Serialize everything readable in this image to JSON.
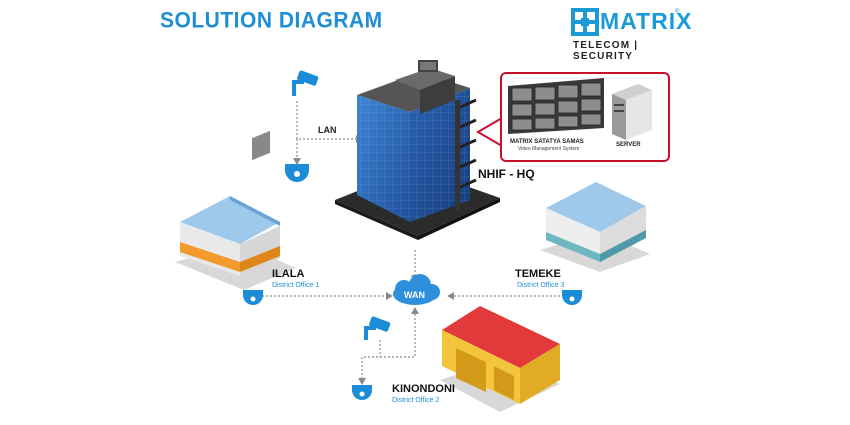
{
  "title": "SOLUTION DIAGRAM",
  "brand": {
    "name": "MATRIX",
    "registered": "®",
    "tagline": "TELECOM | SECURITY",
    "accent": "#1a9bd7"
  },
  "hq": {
    "label": "NHIF - HQ",
    "network": "LAN"
  },
  "vms": {
    "name": "MATRIX SATATYA SAMAS",
    "subtitle": "Video Management System",
    "server_label": "SERVER",
    "border_color": "#c8102e"
  },
  "wan": {
    "label": "WAN"
  },
  "sites": {
    "ilala": {
      "name": "ILALA",
      "office": "District Office 1"
    },
    "temeke": {
      "name": "TEMEKE",
      "office": "District Office 3"
    },
    "kinondoni": {
      "name": "KINONDONI",
      "office": "District Office 2"
    }
  },
  "colors": {
    "title": "#1e8fd6",
    "camera": "#1a8cd8",
    "connector": "#8a8a8a",
    "glass": "#2f6fc4",
    "red_roof": "#e23a3a",
    "yellow_wall": "#f2c53d",
    "orange_band": "#f39a2e"
  }
}
